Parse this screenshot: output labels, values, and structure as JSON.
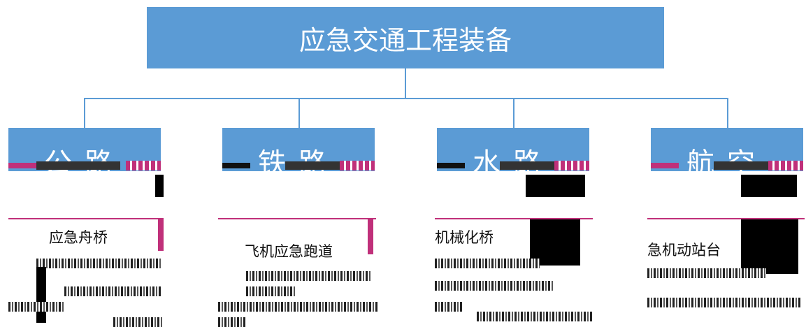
{
  "root": {
    "title": "应急交通工程装备"
  },
  "categories": [
    {
      "label": "公路",
      "item": "应急舟桥"
    },
    {
      "label": "铁路",
      "item": "飞机应急跑道"
    },
    {
      "label": "水路",
      "item": "机械化桥"
    },
    {
      "label": "航空",
      "item": "急机动站台"
    }
  ],
  "colors": {
    "box": "#5b9bd5",
    "accent": "#c0307a"
  }
}
